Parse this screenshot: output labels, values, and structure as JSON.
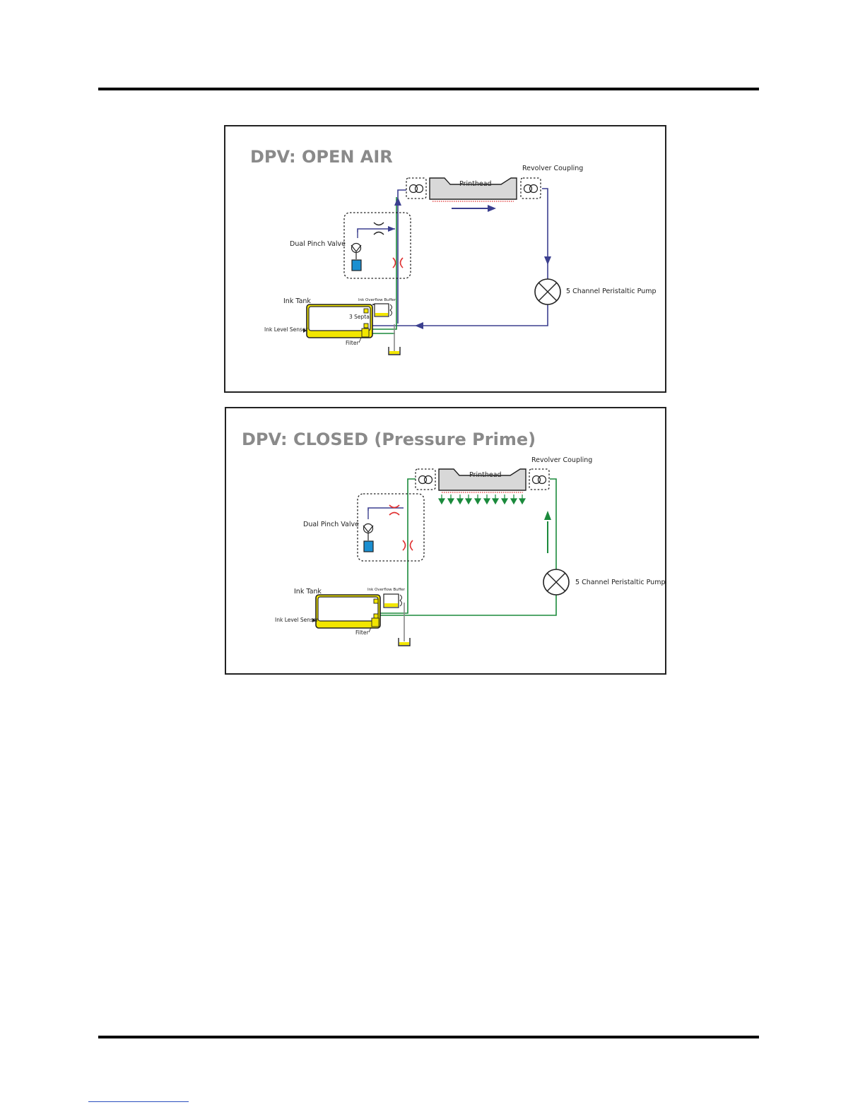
{
  "colors": {
    "blue_flow": "#3b3f8f",
    "green_flow": "#1b8a3c",
    "pinch_closed": "#e03030",
    "ink_yellow": "#f2e600",
    "reservoir_blue": "#1a8fd1",
    "title_gray": "#8a8a8a"
  },
  "panel_open": {
    "title": "DPV: OPEN AIR",
    "labels": {
      "revolver_coupling": "Revolver Coupling",
      "printhead": "Printhead",
      "dual_pinch_valve": "Dual Pinch Valve",
      "pump": "5 Channel Peristaltic Pump",
      "ink_tank": "Ink Tank",
      "ink_overflow_buffer": "Ink Overflow Buffer",
      "septa": "3 Septa",
      "ink_level_sensor": "Ink Level Sensor",
      "filter": "Filter"
    }
  },
  "panel_closed": {
    "title": "DPV: CLOSED (Pressure Prime)",
    "labels": {
      "revolver_coupling": "Revolver Coupling",
      "printhead": "Printhead",
      "dual_pinch_valve": "Dual Pinch Valve",
      "pump": "5 Channel Peristaltic Pump",
      "ink_tank": "Ink Tank",
      "ink_overflow_buffer": "Ink Overflow Buffer",
      "ink_level_sensor": "Ink Level Sensor",
      "filter": "Filter"
    }
  }
}
